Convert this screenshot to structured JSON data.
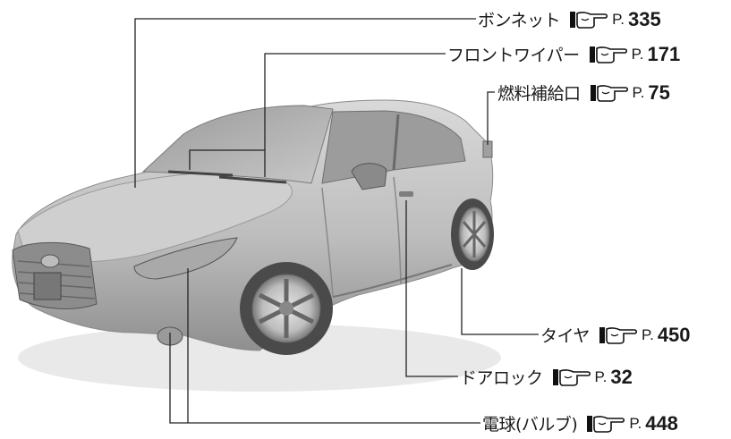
{
  "callouts": [
    {
      "label": "ボンネット",
      "page_prefix": "P.",
      "page": "335"
    },
    {
      "label": "フロントワイパー",
      "page_prefix": "P.",
      "page": "171"
    },
    {
      "label": "燃料補給口",
      "page_prefix": "P.",
      "page": "75"
    },
    {
      "label": "タイヤ",
      "page_prefix": "P.",
      "page": "450"
    },
    {
      "label": "ドアロック",
      "page_prefix": "P.",
      "page": "32"
    },
    {
      "label": "電球(バルブ)",
      "page_prefix": "P.",
      "page": "448"
    }
  ],
  "icons": {
    "reference": "pointing-hand-icon",
    "illustration": "car-illustration"
  },
  "colors": {
    "line": "#222222",
    "car_body": "#b9b9b9",
    "car_dark": "#6a6a6a"
  }
}
